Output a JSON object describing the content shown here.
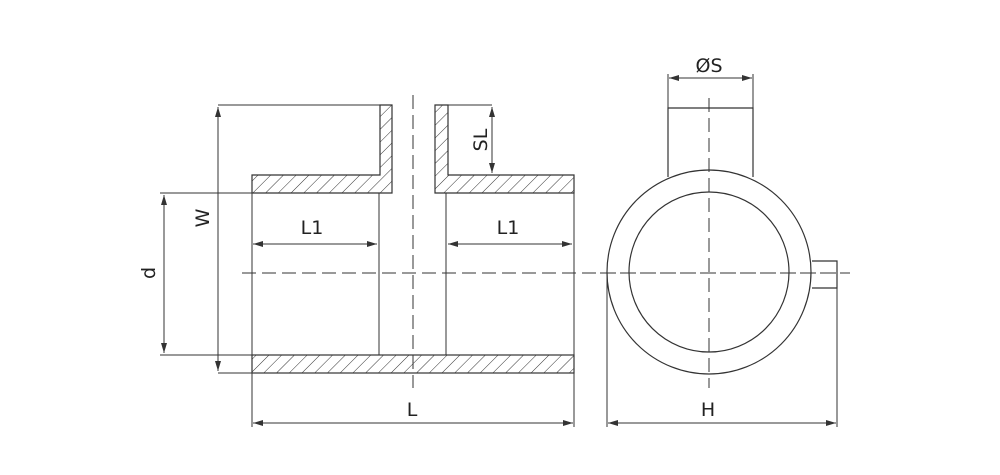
{
  "labels": {
    "W": "W",
    "d": "d",
    "L1_left": "L1",
    "L1_right": "L1",
    "L": "L",
    "SL": "SL",
    "S": "ØS",
    "H": "H"
  },
  "colors": {
    "line": "#333333",
    "background": "#ffffff"
  }
}
